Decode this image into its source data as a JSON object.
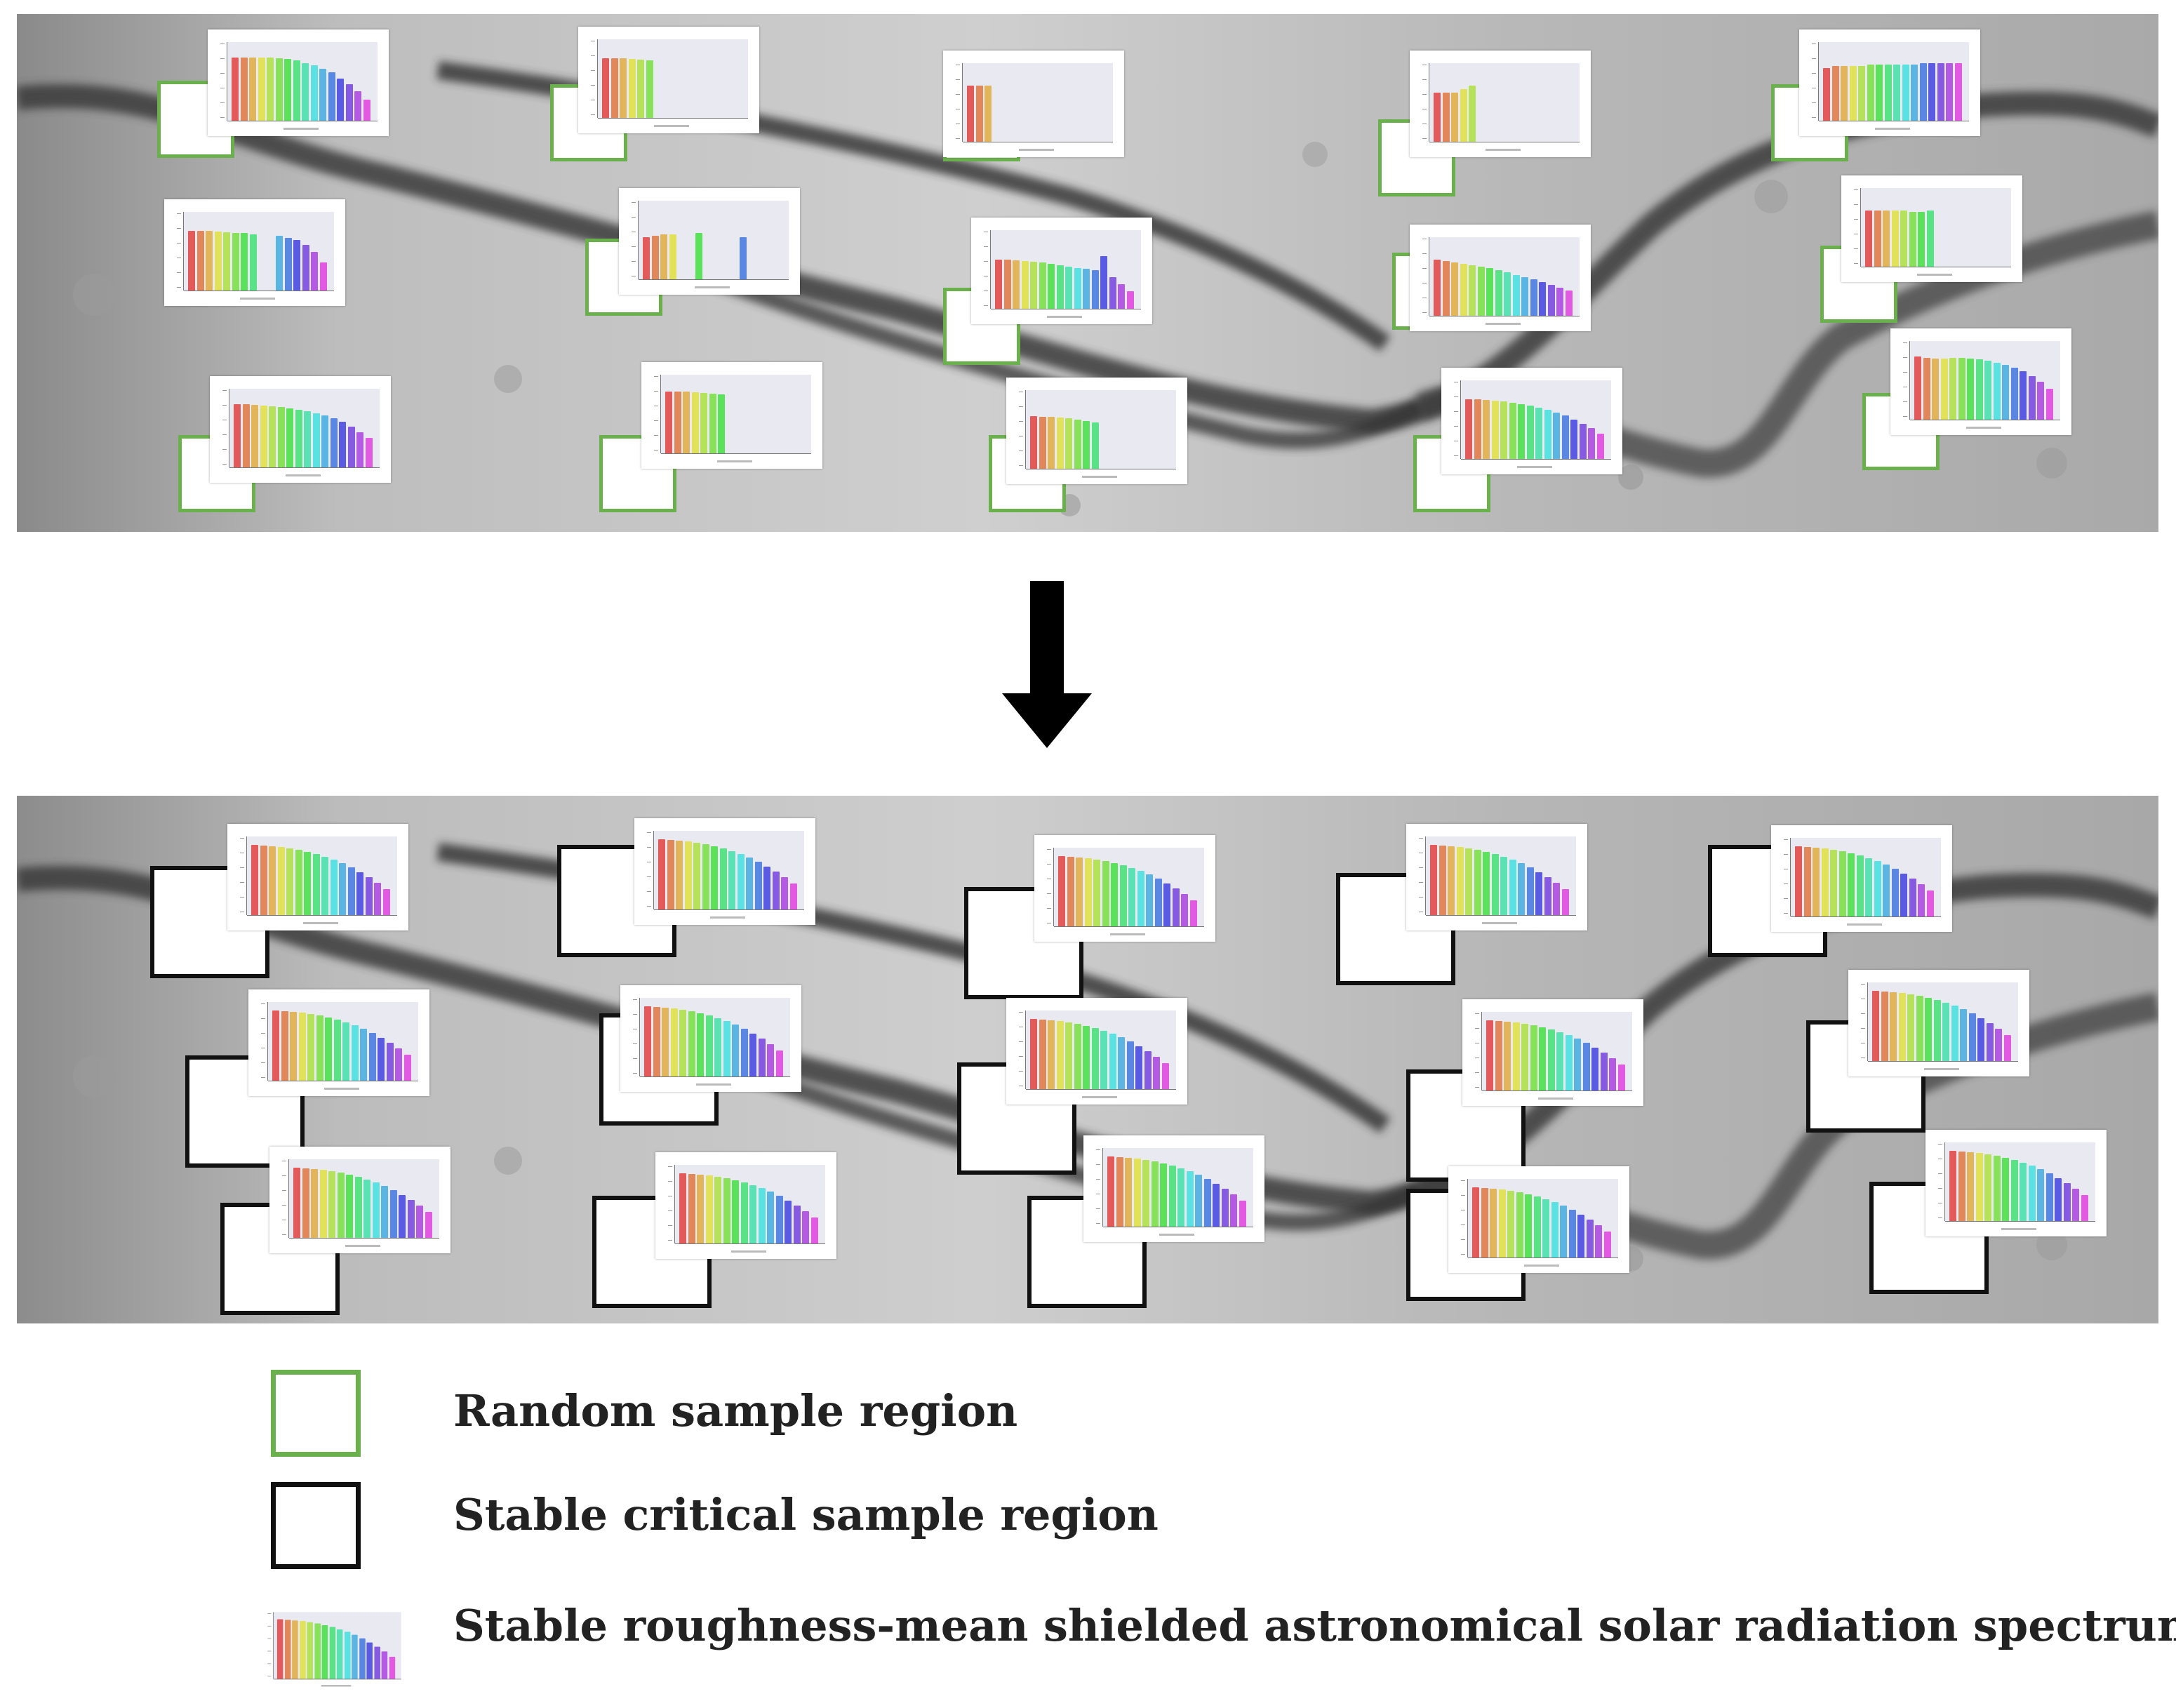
{
  "figure": {
    "arrow_icon": "down-arrow-icon",
    "colors": {
      "random_region_border": "#6ab04c",
      "stable_region_border": "#111111",
      "plot_background": "#e9e9f2"
    }
  },
  "legend": {
    "random_label": "Random sample region",
    "stable_label": "Stable critical sample region",
    "spectrum_label": "Stable roughness-mean shielded astronomical solar radiation spectrum"
  },
  "spectrum_profiles": {
    "complete": [
      1.0,
      0.99,
      0.98,
      0.97,
      0.95,
      0.93,
      0.9,
      0.87,
      0.83,
      0.79,
      0.74,
      0.68,
      0.61,
      0.54,
      0.46,
      0.37
    ],
    "random_top": [
      [
        0.9,
        0.9,
        0.9,
        0.9,
        0.9,
        0.89,
        0.88,
        0.86,
        0.82,
        0.79,
        0.74,
        0.69,
        0.6,
        0.52,
        0.42,
        0.3
      ],
      [
        0.85,
        0.85,
        0.85,
        0.84,
        0.83,
        0.82,
        0,
        0,
        0,
        0,
        0,
        0,
        0,
        0,
        0,
        0
      ],
      [
        0.8,
        0.8,
        0.8,
        0,
        0,
        0,
        0,
        0,
        0,
        0,
        0,
        0,
        0,
        0,
        0,
        0
      ],
      [
        0.7,
        0.7,
        0.7,
        0.75,
        0.8,
        0,
        0,
        0,
        0,
        0,
        0,
        0,
        0,
        0,
        0,
        0
      ],
      [
        0.75,
        0.78,
        0.78,
        0.78,
        0.78,
        0.8,
        0.8,
        0.8,
        0.8,
        0.8,
        0.8,
        0.82,
        0.82,
        0.82,
        0.82,
        0.82
      ],
      [
        0.85,
        0.85,
        0.85,
        0.84,
        0.83,
        0.82,
        0.82,
        0.8,
        0,
        0,
        0.78,
        0.75,
        0.72,
        0.65,
        0.55,
        0.4
      ],
      [
        0.6,
        0.62,
        0.64,
        0.64,
        0,
        0,
        0.66,
        0,
        0,
        0,
        0,
        0.6,
        0,
        0,
        0,
        0
      ],
      [
        0.7,
        0.7,
        0.69,
        0.68,
        0.67,
        0.66,
        0.64,
        0.62,
        0.6,
        0.58,
        0.57,
        0.55,
        0.75,
        0.45,
        0.35,
        0.25
      ],
      [
        0.8,
        0.78,
        0.76,
        0.74,
        0.72,
        0.7,
        0.68,
        0.65,
        0.62,
        0.58,
        0.55,
        0.52,
        0.48,
        0.44,
        0.4,
        0.36
      ],
      [
        0.8,
        0.8,
        0.8,
        0.8,
        0.8,
        0.78,
        0.78,
        0.8,
        0,
        0,
        0,
        0,
        0,
        0,
        0,
        0
      ],
      [
        0.9,
        0.9,
        0.89,
        0.88,
        0.87,
        0.86,
        0.84,
        0.82,
        0.8,
        0.77,
        0.74,
        0.7,
        0.65,
        0.58,
        0.5,
        0.42
      ],
      [
        0.88,
        0.88,
        0.88,
        0.87,
        0.86,
        0.85,
        0.84,
        0,
        0,
        0,
        0,
        0,
        0,
        0,
        0,
        0
      ],
      [
        0.75,
        0.74,
        0.74,
        0.73,
        0.72,
        0.7,
        0.68,
        0.66,
        0,
        0,
        0,
        0,
        0,
        0,
        0,
        0
      ],
      [
        0.85,
        0.85,
        0.84,
        0.83,
        0.82,
        0.8,
        0.78,
        0.76,
        0.73,
        0.7,
        0.66,
        0.62,
        0.56,
        0.5,
        0.44,
        0.36
      ],
      [
        0.9,
        0.88,
        0.87,
        0.87,
        0.88,
        0.88,
        0.87,
        0.86,
        0.84,
        0.81,
        0.78,
        0.74,
        0.69,
        0.62,
        0.54,
        0.44
      ]
    ]
  }
}
